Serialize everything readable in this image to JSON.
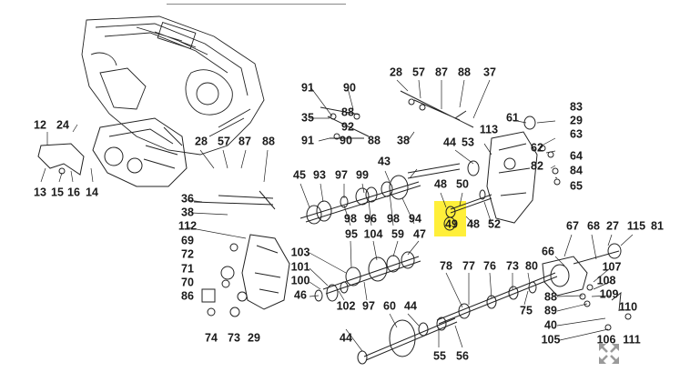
{
  "diagram": {
    "highlight_color": "#ffef3a",
    "line_color": "#222222",
    "expand_icon": "expand-arrows-icon",
    "callouts": [
      "12",
      "24",
      "13",
      "15",
      "16",
      "14",
      "28",
      "57",
      "87",
      "88",
      "36",
      "38",
      "112",
      "69",
      "72",
      "71",
      "70",
      "86",
      "74",
      "73",
      "29",
      "91",
      "90",
      "35",
      "88",
      "92",
      "91",
      "90",
      "88",
      "28",
      "57",
      "87",
      "88",
      "37",
      "61",
      "83",
      "38",
      "44",
      "53",
      "113",
      "29",
      "62",
      "63",
      "45",
      "93",
      "97",
      "99",
      "43",
      "82",
      "64",
      "84",
      "65",
      "98",
      "96",
      "98",
      "94",
      "48",
      "50",
      "49",
      "48",
      "52",
      "95",
      "104",
      "59",
      "47",
      "103",
      "101",
      "100",
      "46",
      "102",
      "97",
      "67",
      "68",
      "27",
      "115",
      "81",
      "66",
      "78",
      "77",
      "76",
      "73",
      "80",
      "107",
      "75",
      "108",
      "88",
      "109",
      "89",
      "110",
      "40",
      "105",
      "60",
      "44",
      "44",
      "55",
      "56",
      "106",
      "111"
    ]
  }
}
